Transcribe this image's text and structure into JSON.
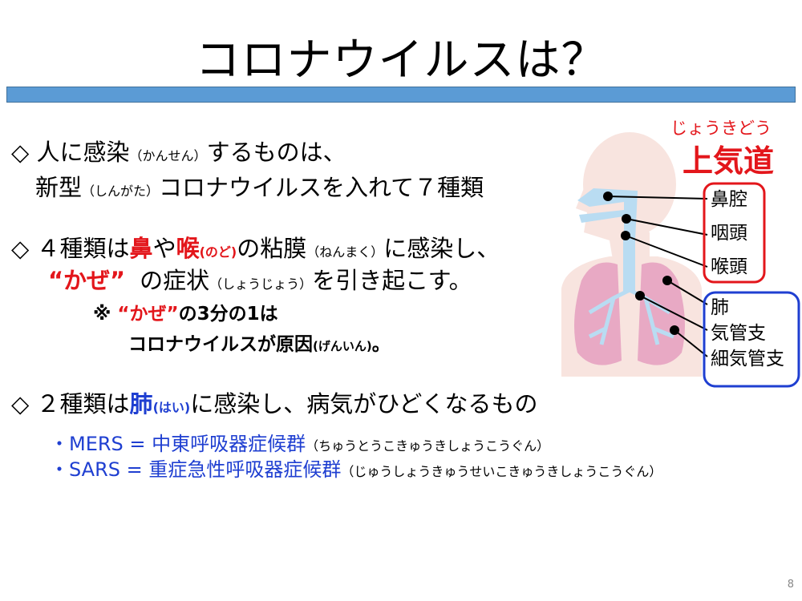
{
  "title": "コロナウイルスは？",
  "bullets": {
    "b1_marker": "◇",
    "b1_l1_a": "人に感染",
    "b1_l1_ruby": "（かんせん）",
    "b1_l1_b": "するものは、",
    "b1_l2_a": "新型",
    "b1_l2_ruby": "（しんがた）",
    "b1_l2_b": "コロナウイルスを入れて７種類",
    "b2_marker": "◇",
    "b2_l1_a": "４種類は",
    "b2_l1_nose": "鼻",
    "b2_l1_b": "や",
    "b2_l1_throat": "喉",
    "b2_l1_throat_ruby": "(のど)",
    "b2_l1_c": "の粘膜",
    "b2_l1_ruby": "（ねんまく）",
    "b2_l1_d": "に感染し、",
    "b2_l2_cold": "“かぜ”",
    "b2_l2_a": "の症状",
    "b2_l2_ruby": "（しょうじょう）",
    "b2_l2_b": "を引き起こす。",
    "note_l1_mark": "※",
    "note_l1_cold": "“かぜ”",
    "note_l1_b": "の3分の1は",
    "note_l2_a": "コロナウイルスが原因",
    "note_l2_ruby": "(げんいん)",
    "note_l2_b": "。",
    "b3_marker": "◇",
    "b3_a": "２種類は",
    "b3_lung": "肺",
    "b3_lung_ruby": "(はい)",
    "b3_b": "に感染し、病気がひどくなるもの",
    "mers": "・MERS = 中東呼吸器症候群",
    "mers_ruby": "（ちゅうとうこきゅうきしょうこうぐん）",
    "sars": "・SARS = 重症急性呼吸器症候群",
    "sars_ruby": "（じゅうしょうきゅうせいこきゅうきしょうこうぐん）"
  },
  "diagram": {
    "upper_ruby": "じょうきどう",
    "upper_title": "上気道",
    "upper_labels": [
      "鼻腔",
      "咽頭",
      "喉頭"
    ],
    "lower_labels": [
      "肺",
      "気管支",
      "細気管支"
    ],
    "colors": {
      "red": "#e3161b",
      "blue": "#1f3fd1",
      "skin": "#f8e4df",
      "lung": "#e8a9c4",
      "airway": "#b9dcf2"
    }
  },
  "page_number": "8"
}
